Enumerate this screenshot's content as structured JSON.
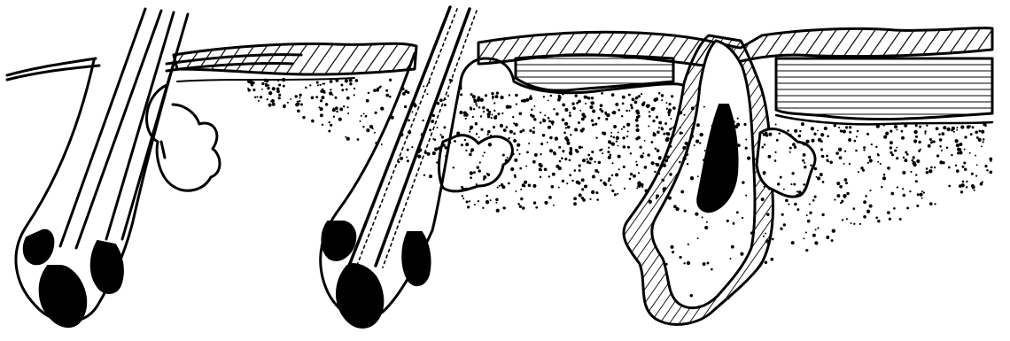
{
  "figure": {
    "labels": []
  },
  "colors": {
    "ink": "#000000",
    "paper": "#ffffff"
  },
  "panels": [
    {
      "name": "normal-follicle-panel"
    },
    {
      "name": "hyperkeratotic-follicle-panel"
    },
    {
      "name": "comedone-follicle-panel"
    }
  ]
}
